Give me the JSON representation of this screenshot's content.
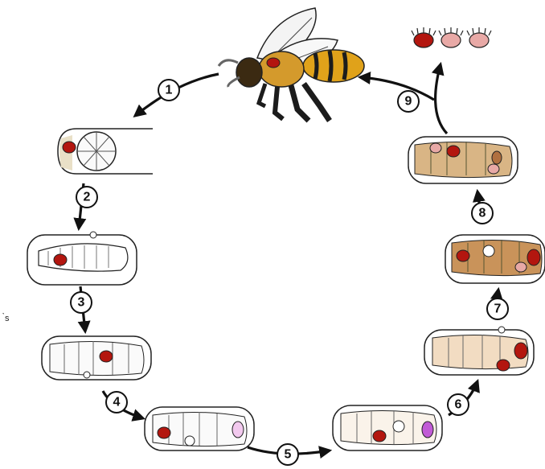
{
  "steps": [
    "1",
    "2",
    "3",
    "4",
    "5",
    "6",
    "7",
    "8",
    "9"
  ],
  "edge_glyph": "̀s",
  "colors": {
    "mite_red": "#b3160f",
    "mite_pink": "#e8a9a6",
    "bee_yellow": "#e0a21a",
    "bee_dark": "#1c1c1c",
    "pupa_tan": "#c9935a",
    "pupa_light": "#f2dcc2",
    "pupa_purple": "#c15bd6"
  },
  "icons": [
    "honeybee-icon",
    "varroa-mite-icon",
    "brood-cell-icon"
  ]
}
